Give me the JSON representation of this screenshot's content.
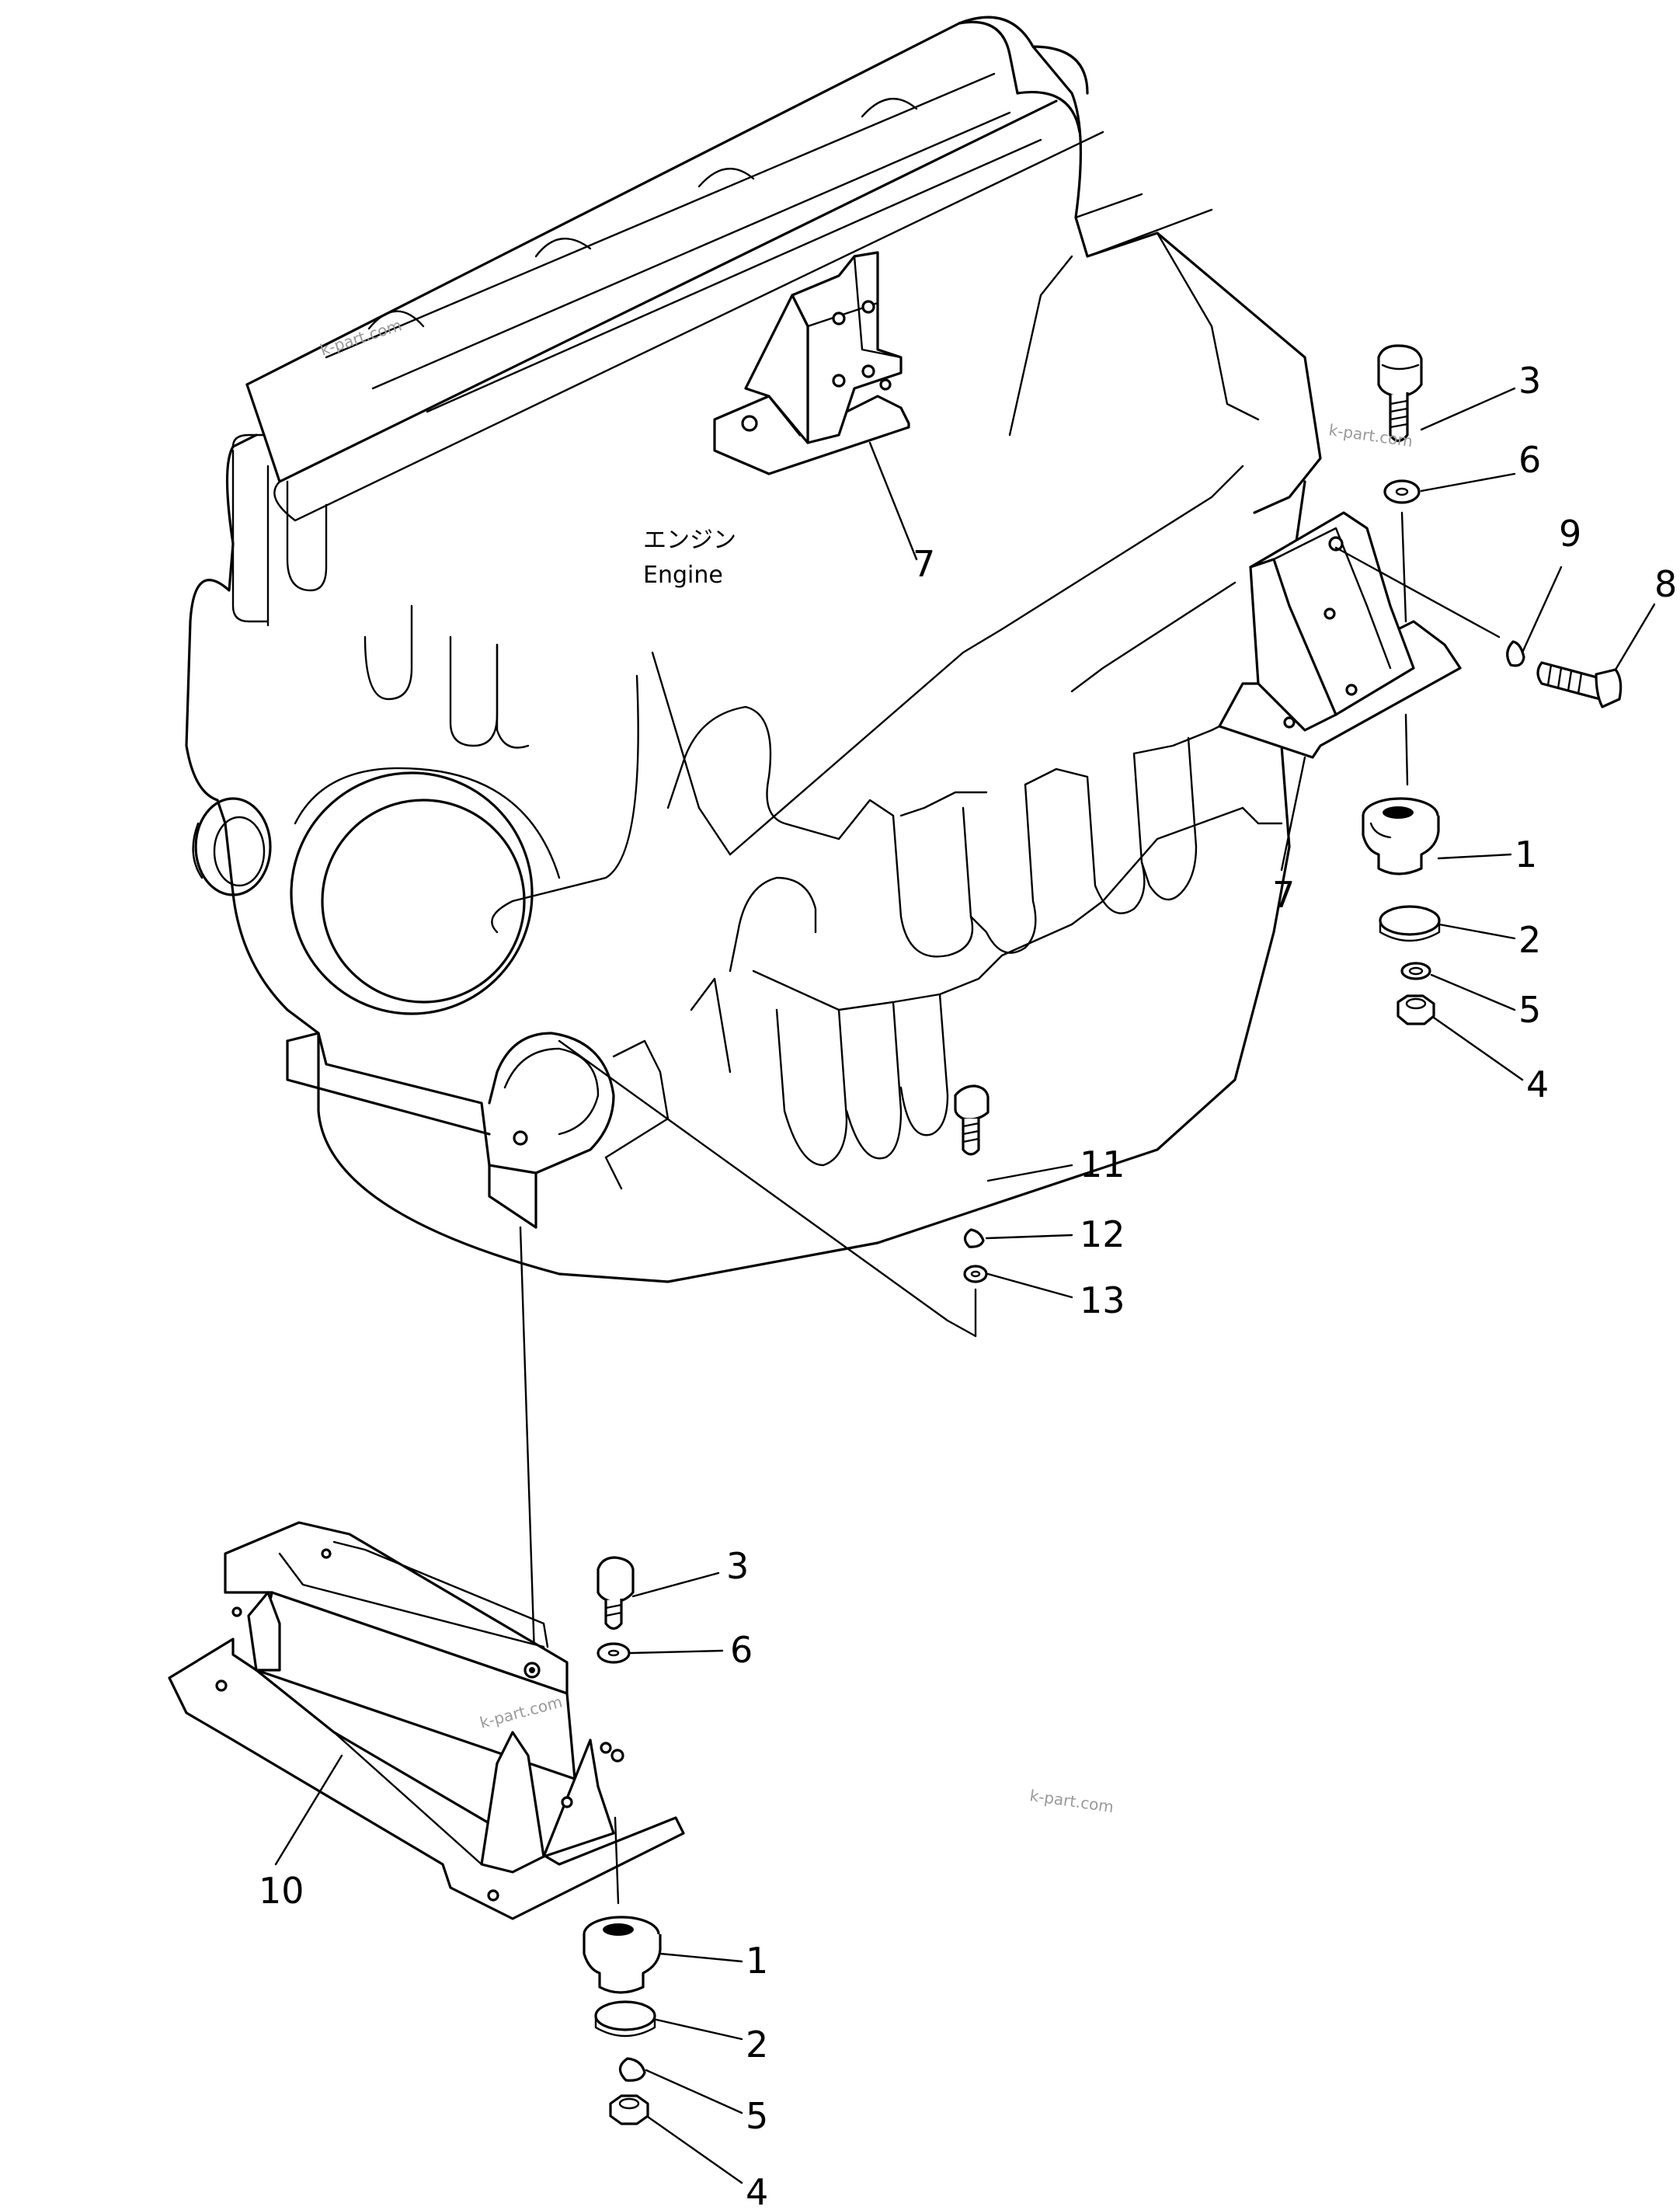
{
  "engine": {
    "label_jp": "エンジン",
    "label_en": "Engine"
  },
  "watermark": "k-part.com",
  "callouts": {
    "c7a": "7",
    "c7b": "7",
    "c3a": "3",
    "c6a": "6",
    "c9": "9",
    "c8": "8",
    "c1a": "1",
    "c2a": "2",
    "c5a": "5",
    "c4a": "4",
    "c11": "11",
    "c12": "12",
    "c13": "13",
    "c3b": "3",
    "c6b": "6",
    "c10": "10",
    "c1b": "1",
    "c2b": "2",
    "c5b": "5",
    "c4b": "4"
  }
}
